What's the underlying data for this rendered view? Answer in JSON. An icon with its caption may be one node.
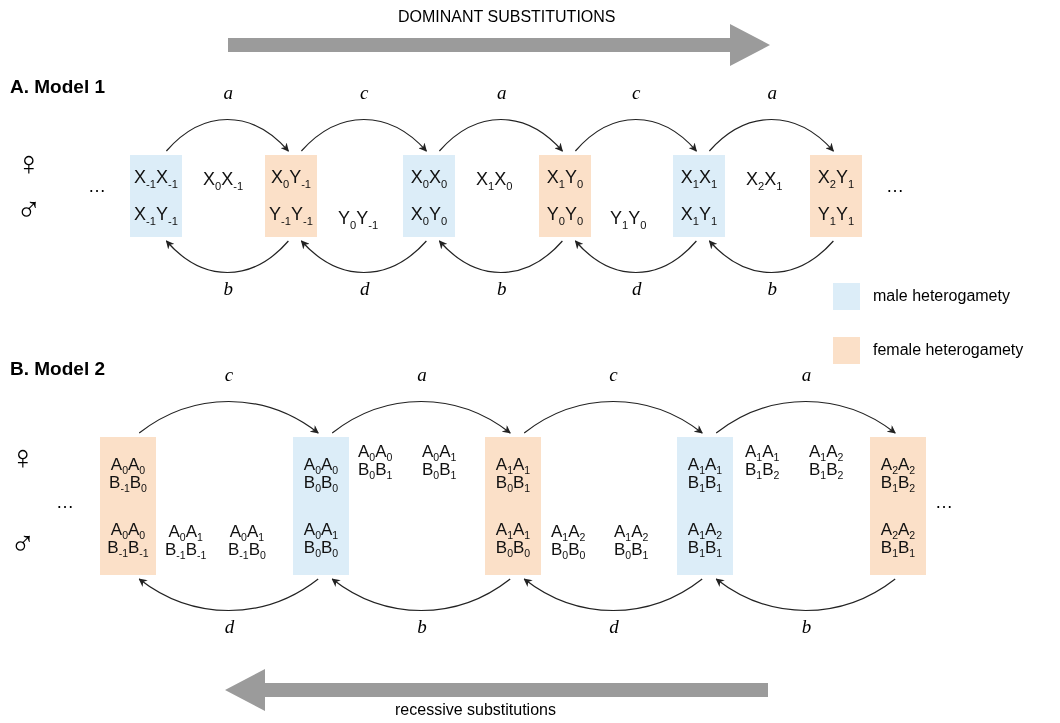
{
  "diagram": {
    "nodes": [
      {
        "text": [
          "X$_{-1}$X$_{-1}$",
          "X$_{-1}$Y$_{-1}$"
        ]
      },
      {
        "text": [
          "X$_{0}$Y$_{-1}$",
          "Y$_{-1}$Y$_{-1}$"
        ]
      },
      {
        "text": [
          "X$_{0}$X$_{0}$",
          "X$_{0}$Y$_{0}$"
        ]
      },
      {
        "text": [
          "X$_{1}$Y$_{0}$",
          "Y$_{0}$Y$_{0}$"
        ]
      },
      {
        "text": [
          "X$_{1}$X$_{1}$",
          "X$_{1}$Y$_{1}$"
        ]
      },
      {
        "text": [
          "X$_{2}$Y$_{1}$",
          "Y$_{1}$Y$_{1}$"
        ]
      },
      {
        "text": [
          "A$_{0}$A$_{0}$ B$_{-1}$B$_{0}$",
          "A$_{0}$A$_{0}$ B$_{-1}$B$_{-1}$"
        ]
      },
      {
        "text": [
          "A$_{0}$A$_{0}$ B$_{0}$B$_{0}$",
          "A$_{0}$A$_{1}$ B$_{0}$B$_{0}$"
        ]
      },
      {
        "text": [
          "A$_{1}$A$_{1}$ B$_{0}$B$_{1}$",
          "A$_{1}$A$_{1}$ B$_{0}$B$_{0}$"
        ]
      },
      {
        "text": [
          "A$_{1}$A$_{1}$ B$_{1}$B$_{1}$",
          "A$_{1}$A$_{2}$ B$_{1}$B$_{1}$"
        ]
      },
      {
        "text": [
          "A$_{2}$A$_{2}$ B$_{1}$B$_{2}$",
          "A$_{2}$A$_{2}$ B$_{1}$B$_{1}$"
        ]
      }
    ],
    "edges": [
      {
        "from": 0,
        "to": 1,
        "arrow": "to",
        "label": "a"
      },
      {
        "from": 1,
        "to": 2,
        "arrow": "to",
        "label": "c"
      },
      {
        "from": 2,
        "to": 3,
        "arrow": "to",
        "label": "a"
      },
      {
        "from": 3,
        "to": 4,
        "arrow": "to",
        "label": "c"
      },
      {
        "from": 4,
        "to": 5,
        "arrow": "to",
        "label": "a"
      },
      {
        "from": 1,
        "to": 0,
        "arrow": "to",
        "label": "b"
      },
      {
        "from": 2,
        "to": 1,
        "arrow": "to",
        "label": "d"
      },
      {
        "from": 3,
        "to": 2,
        "arrow": "to",
        "label": "b"
      },
      {
        "from": 4,
        "to": 3,
        "arrow": "to",
        "label": "d"
      },
      {
        "from": 5,
        "to": 4,
        "arrow": "to",
        "label": "b"
      },
      {
        "from": 6,
        "to": 7,
        "arrow": "to",
        "label": "c"
      },
      {
        "from": 7,
        "to": 8,
        "arrow": "to",
        "label": "a"
      },
      {
        "from": 8,
        "to": 9,
        "arrow": "to",
        "label": "c"
      },
      {
        "from": 9,
        "to": 10,
        "arrow": "to",
        "label": "a"
      },
      {
        "from": 7,
        "to": 6,
        "arrow": "to",
        "label": "d"
      },
      {
        "from": 8,
        "to": 7,
        "arrow": "to",
        "label": "b"
      },
      {
        "from": 9,
        "to": 8,
        "arrow": "to",
        "label": "d"
      },
      {
        "from": 10,
        "to": 9,
        "arrow": "to",
        "label": "b"
      }
    ],
    "labels": [
      "DOMINANT SUBSTITUTIONS",
      "A. Model 1",
      "♀",
      "♂",
      "…",
      "X$_{0}$X$_{-1}$",
      "Y$_{0}$Y$_{-1}$",
      "X$_{1}$X$_{0}$",
      "Y$_{1}$Y$_{0}$",
      "X$_{2}$X$_{1}$",
      "…",
      "B. Model 2",
      "♀",
      "♂",
      "…",
      "A$_{0}$A$_{1}$ B$_{-1}$B$_{-1}$",
      "A$_{0}$A$_{1}$ B$_{-1}$B$_{0}$",
      "A$_{0}$A$_{0}$ B$_{0}$B$_{1}$",
      "A$_{0}$A$_{1}$ B$_{0}$B$_{1}$",
      "A$_{1}$A$_{2}$ B$_{0}$B$_{0}$",
      "A$_{1}$A$_{2}$ B$_{0}$B$_{1}$",
      "A$_{1}$A$_{1}$ B$_{1}$B$_{2}$",
      "A$_{1}$A$_{2}$ B$_{1}$B$_{2}$",
      "…",
      "recessive substitutions"
    ],
    "legend": [
      {
        "text": "male heterogamety",
        "color": "#dcedf8"
      },
      {
        "text": "female heterogamety",
        "color": "#fbe0c8"
      }
    ]
  }
}
